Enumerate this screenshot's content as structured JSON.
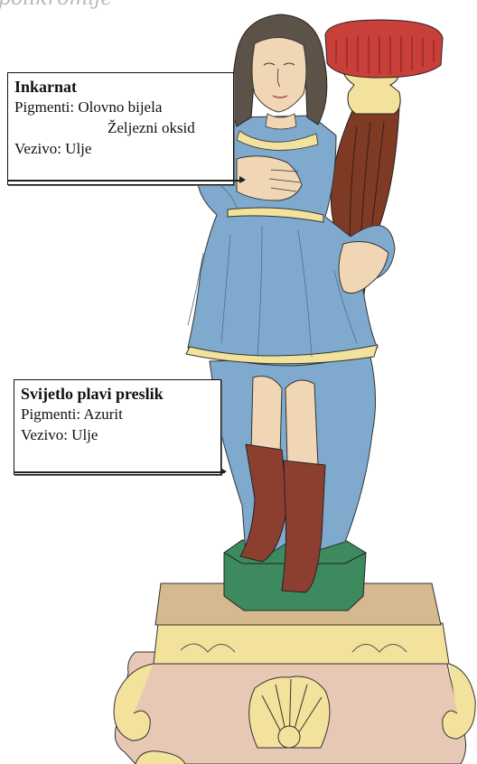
{
  "caption_top": "polikromije",
  "labels": [
    {
      "title": "Inkarnat",
      "pigments_label": "Pigmenti: Olovno bijela",
      "pigments_second": "Željezni oksid",
      "binder": "Vezivo: Ulje"
    },
    {
      "title": "Svijetlo plavi preslik",
      "pigments_label": "Pigmenti: Azurit",
      "binder": "Vezivo: Ulje"
    }
  ],
  "colors": {
    "robe_blue": "#7faacd",
    "skin": "#f1d6b6",
    "hair": "#5d5248",
    "cornucopia_brown": "#7f3a24",
    "brazier_red": "#c9403a",
    "gold": "#f3e29b",
    "green_base": "#3d8a5e",
    "boots": "#8c3f2e",
    "pedestal_pink": "#e6c8b4",
    "pedestal_tan": "#d6b98e"
  }
}
